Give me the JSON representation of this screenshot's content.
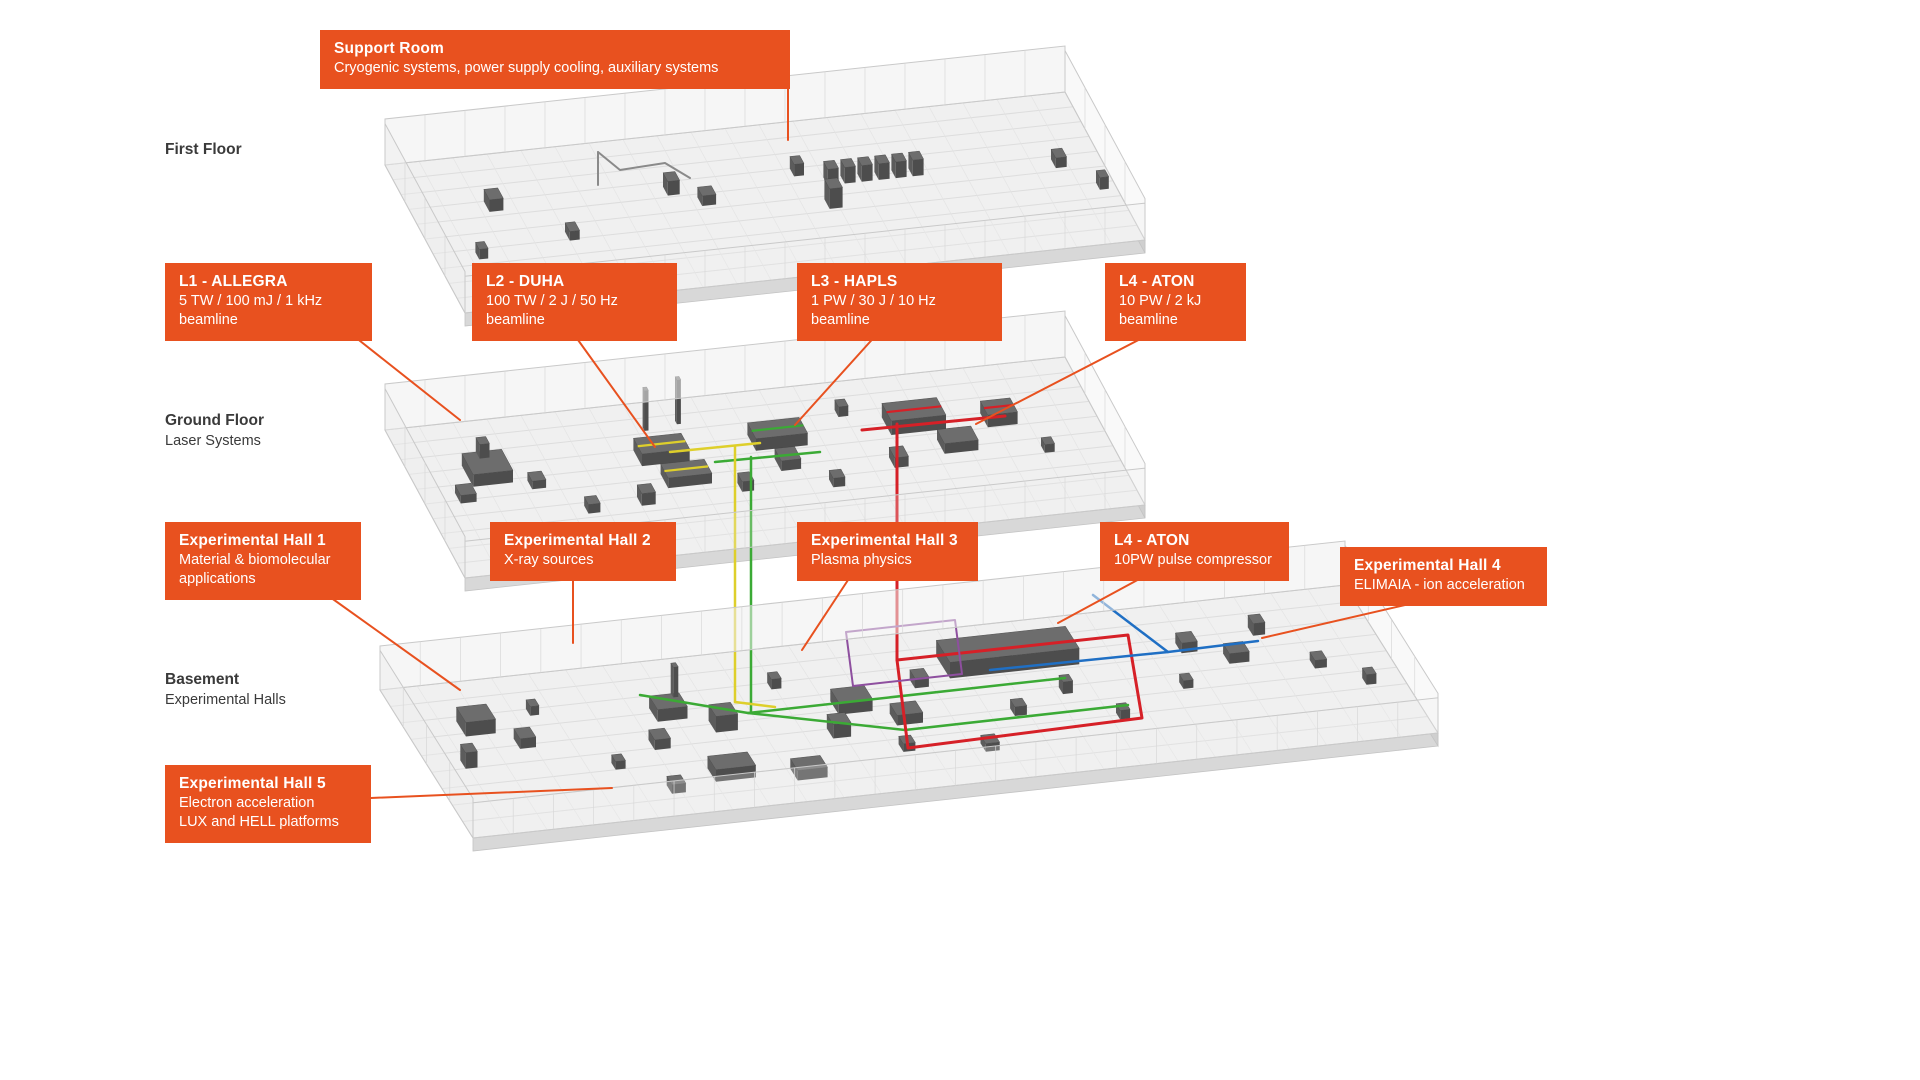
{
  "colors": {
    "accent": "#E8511F",
    "floor_fill": "#F0F0F0",
    "floor_edge": "#C8C8C8",
    "equipment": "#5C5C5C",
    "label_text": "#3A3A3A",
    "beam_red": "#D62027",
    "beam_green": "#3BAA35",
    "beam_blue": "#1F6FC4",
    "beam_yellow": "#DECF2B",
    "beam_purple": "#8E4F9F"
  },
  "floor_labels": [
    {
      "id": "first-floor",
      "title": "First Floor",
      "subtitle": ""
    },
    {
      "id": "ground-floor",
      "title": "Ground Floor",
      "subtitle": "Laser Systems"
    },
    {
      "id": "basement",
      "title": "Basement",
      "subtitle": "Experimental Halls"
    }
  ],
  "callouts": [
    {
      "id": "support-room",
      "title": "Support Room",
      "body": [
        "Cryogenic systems, power supply cooling, auxiliary systems"
      ]
    },
    {
      "id": "l1-allegra",
      "title": "L1 - ALLEGRA",
      "body": [
        "5 TW / 100 mJ / 1 kHz",
        "beamline"
      ]
    },
    {
      "id": "l2-duha",
      "title": "L2 - DUHA",
      "body": [
        "100 TW / 2 J / 50 Hz",
        "beamline"
      ]
    },
    {
      "id": "l3-hapls",
      "title": "L3 - HAPLS",
      "body": [
        "1 PW / 30 J / 10 Hz",
        "beamline"
      ]
    },
    {
      "id": "l4-aton",
      "title": "L4 - ATON",
      "body": [
        "10 PW / 2 kJ",
        "beamline"
      ]
    },
    {
      "id": "experimental-hall-1",
      "title": "Experimental Hall 1",
      "body": [
        "Material & biomolecular",
        "applications"
      ]
    },
    {
      "id": "experimental-hall-2",
      "title": "Experimental Hall 2",
      "body": [
        "X-ray sources"
      ]
    },
    {
      "id": "experimental-hall-3",
      "title": "Experimental Hall 3",
      "body": [
        "Plasma physics"
      ]
    },
    {
      "id": "l4-aton-compressor",
      "title": "L4 - ATON",
      "body": [
        "10PW pulse compressor"
      ]
    },
    {
      "id": "experimental-hall-4",
      "title": "Experimental Hall 4",
      "body": [
        "ELIMAIA - ion acceleration"
      ]
    },
    {
      "id": "experimental-hall-5",
      "title": "Experimental Hall 5",
      "body": [
        "Electron acceleration",
        "LUX and HELL platforms"
      ]
    }
  ]
}
